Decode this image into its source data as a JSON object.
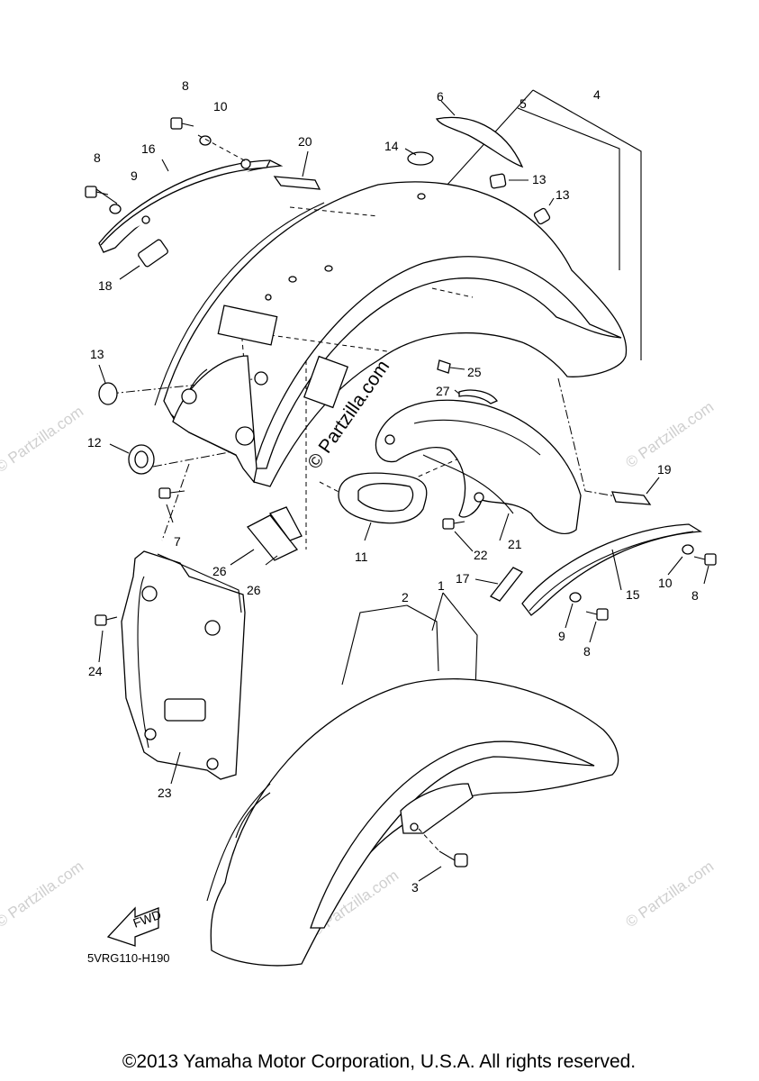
{
  "diagram": {
    "callouts": [
      "1",
      "2",
      "3",
      "4",
      "5",
      "6",
      "7",
      "8",
      "8",
      "8",
      "8",
      "9",
      "9",
      "10",
      "10",
      "11",
      "12",
      "13",
      "13",
      "13",
      "14",
      "15",
      "16",
      "17",
      "18",
      "19",
      "20",
      "21",
      "22",
      "23",
      "24",
      "25",
      "26",
      "26",
      "27"
    ],
    "diagram_code": "5VRG110-H190",
    "fwd_label": "FWD",
    "copyright": "©2013 Yamaha Motor Corporation, U.S.A. All rights reserved.",
    "watermark_center": "© Partzilla.com",
    "watermark_tile": "© Partzilla.com"
  }
}
